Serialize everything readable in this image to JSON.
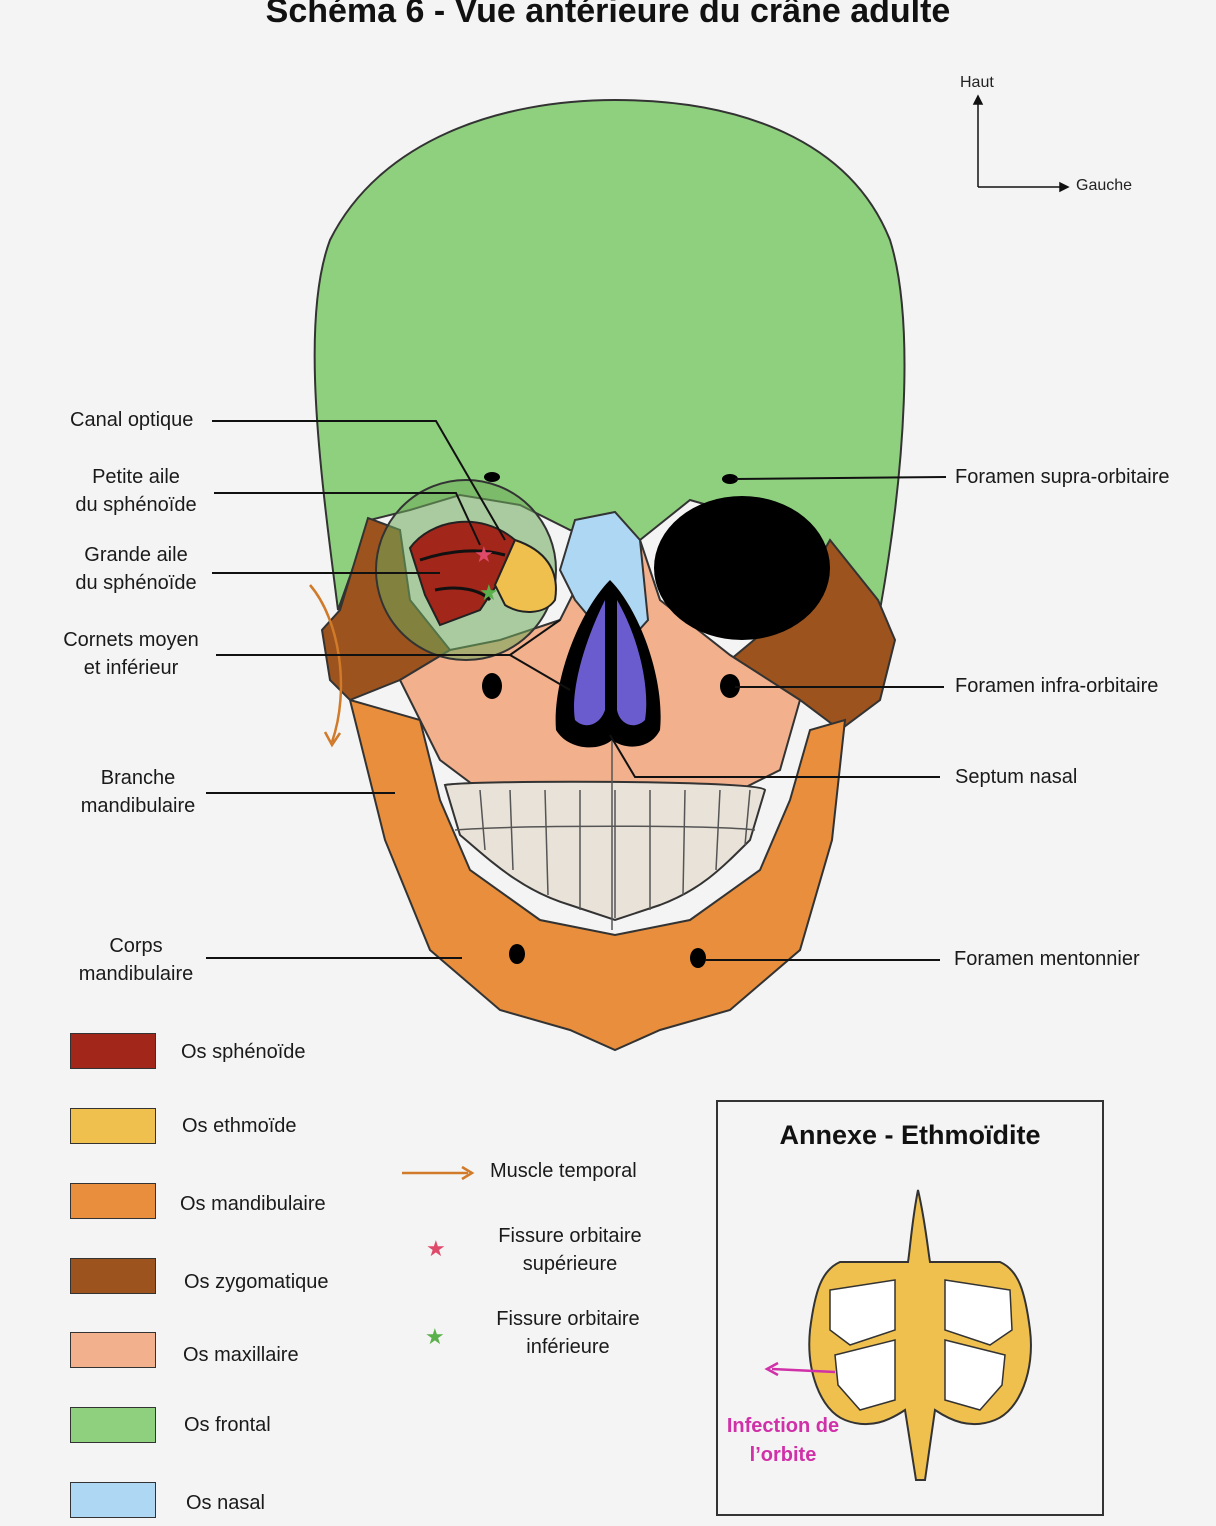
{
  "title": "Schéma 6 - Vue antérieure du crâne adulte",
  "orientation": {
    "up": "Haut",
    "right": "Gauche"
  },
  "left_labels": {
    "canal_optique": "Canal optique",
    "petite_aile_1": "Petite aile",
    "petite_aile_2": "du sphénoïde",
    "grande_aile_1": "Grande aile",
    "grande_aile_2": "du sphénoïde",
    "cornets_1": "Cornets moyen",
    "cornets_2": "et inférieur",
    "branche_1": "Branche",
    "branche_2": "mandibulaire",
    "corps_1": "Corps",
    "corps_2": "mandibulaire"
  },
  "right_labels": {
    "supra": "Foramen supra-orbitaire",
    "infra": "Foramen infra-orbitaire",
    "septum": "Septum nasal",
    "mentonnier": "Foramen mentonnier"
  },
  "legend": [
    {
      "label": "Os sphénoïde",
      "color": "#a3261a"
    },
    {
      "label": "Os ethmoïde",
      "color": "#efc04e"
    },
    {
      "label": "Os mandibulaire",
      "color": "#e88e3c"
    },
    {
      "label": "Os zygomatique",
      "color": "#9c531d"
    },
    {
      "label": "Os maxillaire",
      "color": "#f2b08c"
    },
    {
      "label": "Os frontal",
      "color": "#8fd07e"
    },
    {
      "label": "Os nasal",
      "color": "#aed7f4"
    }
  ],
  "symbols": {
    "muscle": "Muscle temporal",
    "fissure_sup_1": "Fissure orbitaire",
    "fissure_sup_2": "supérieure",
    "fissure_inf_1": "Fissure orbitaire",
    "fissure_inf_2": "inférieure"
  },
  "annexe": {
    "title": "Annexe - Ethmoïdite",
    "infection_1": "Infection de",
    "infection_2": "l’orbite"
  }
}
